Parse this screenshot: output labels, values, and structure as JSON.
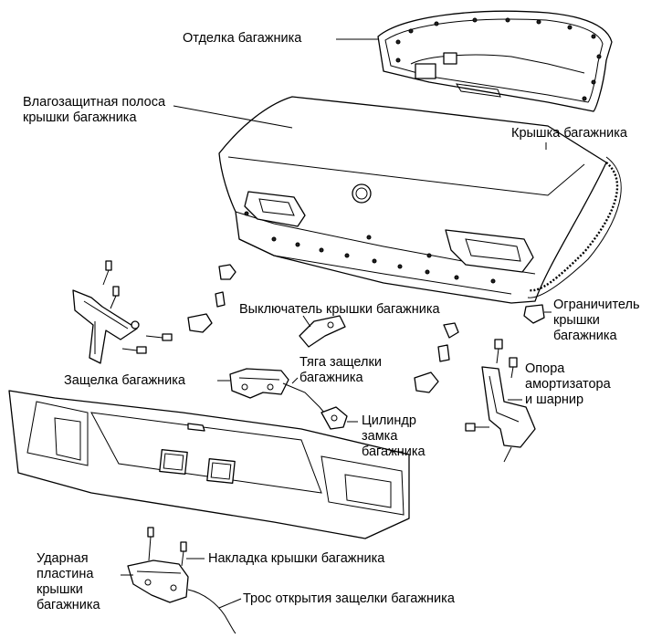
{
  "labels": {
    "trunk_trim": "Отделка багажника",
    "weatherstrip": [
      "Влагозащитная полоса",
      "крышки багажника"
    ],
    "trunk_lid": "Крышка багажника",
    "lid_switch": "Выключатель крышки багажника",
    "limiter": [
      "Ограничитель",
      "крышки",
      "багажника"
    ],
    "latch_rod": [
      "Тяга защелки",
      "багажника"
    ],
    "trunk_latch": "Защелка багажника",
    "strut_hinge": [
      "Опора",
      "амортизатора",
      "и шарнир"
    ],
    "lock_cylinder": [
      "Цилиндр",
      "замка",
      "багажника"
    ],
    "striker": [
      "Ударная",
      "пластина",
      "крышки",
      "багажника"
    ],
    "lid_garnish": "Накладка крышки багажника",
    "release_cable": "Трос открытия защелки багажника"
  },
  "colors": {
    "line": "#000000",
    "background": "#ffffff"
  }
}
